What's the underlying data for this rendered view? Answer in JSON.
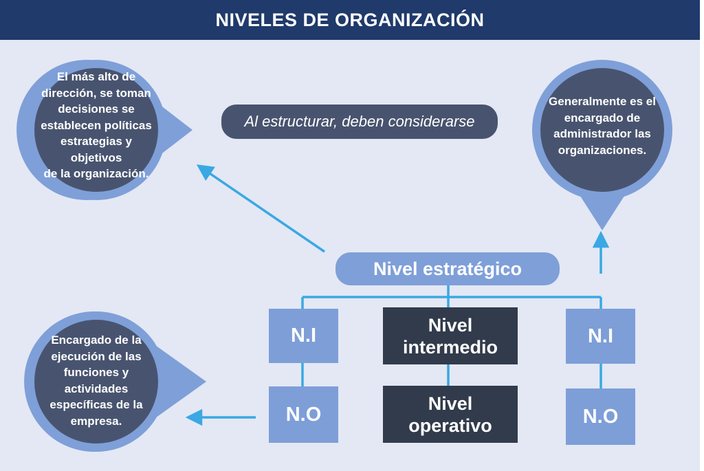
{
  "title": "NIVELES DE ORGANIZACIÓN",
  "intro": "Al estructurar, deben considerarse",
  "strategic_level": "Nivel  estratégico",
  "bubbles": {
    "top_left": "El más alto de\ndirección, se toman\ndecisiones se\nestablecen políticas\nestrategias y objetivos\nde la organización.",
    "top_right": "Generalmente es el\nencargado de\nadministrador las\norganizaciones.",
    "bottom_left": "Encargado de la\nejecución de las\nfunciones y actividades\nespecíficas de la\nempresa."
  },
  "boxes": {
    "ni_left": "N.I",
    "intermediate": "Nivel\nintermedio",
    "ni_right": "N.I",
    "no_left": "N.O",
    "operative": "Nivel\noperativo",
    "no_right": "N.O"
  },
  "colors": {
    "title_bar": "#1f3a6b",
    "background": "#e3e8f4",
    "bubble_fill": "#48546f",
    "bubble_ring": "#7f9fd8",
    "connector": "#3aa8e3",
    "dark_box": "#323b4b"
  }
}
